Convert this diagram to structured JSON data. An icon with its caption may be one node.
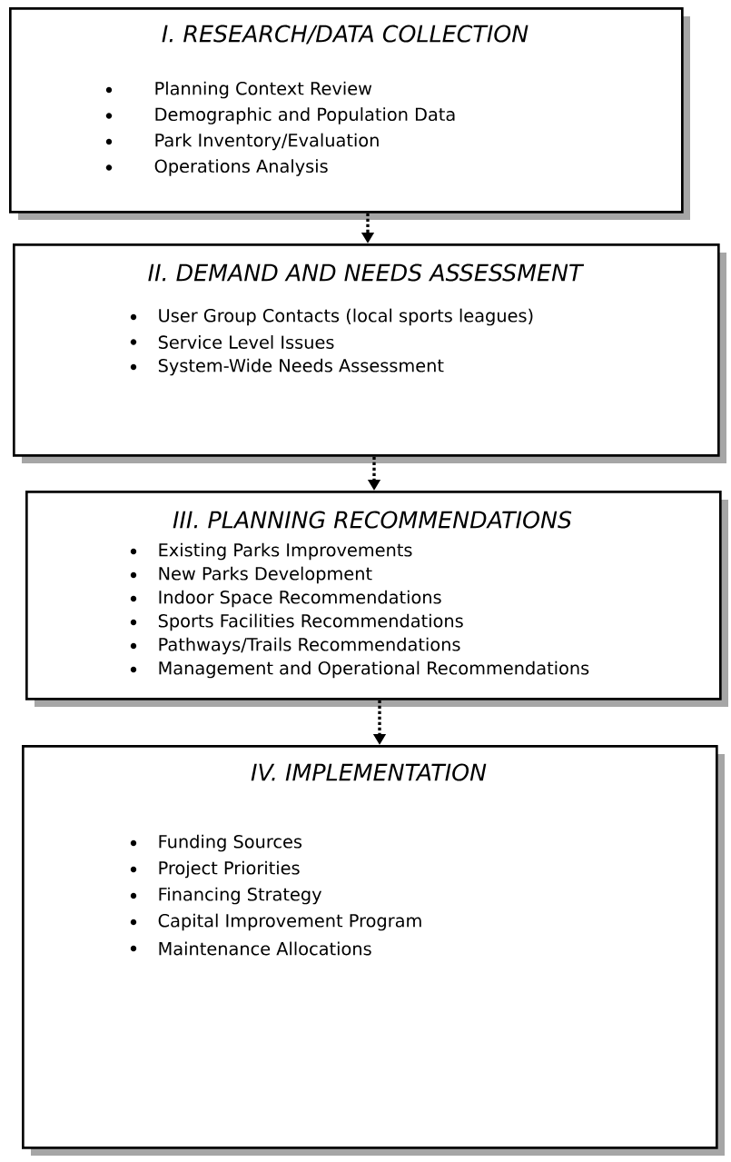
{
  "diagram": {
    "nodes": [
      {
        "text": [
          "I. RESEARCH/DATA COLLECTION",
          "Planning Context Review",
          "Demographic and Population Data",
          "Park Inventory/Evaluation",
          "Operations Analysis"
        ]
      },
      {
        "text": [
          "II. DEMAND AND NEEDS ASSESSMENT",
          "User Group Contacts (local sports leagues)",
          "Service Level Issues",
          "System-Wide Needs Assessment"
        ]
      },
      {
        "text": [
          "III. PLANNING RECOMMENDATIONS",
          "Existing Parks Improvements",
          "New Parks Development",
          "Indoor Space Recommendations",
          "Sports Facilities Recommendations",
          "Pathways/Trails Recommendations",
          "Management and Operational Recommendations"
        ]
      },
      {
        "text": [
          "IV. IMPLEMENTATION",
          "Funding Sources",
          "Project Priorities",
          "Financing Strategy",
          "Capital Improvement Program",
          "Maintenance Allocations"
        ]
      }
    ],
    "edges": [
      {
        "from": 0,
        "to": 1,
        "arrow": "to"
      },
      {
        "from": 1,
        "to": 2,
        "arrow": "to"
      },
      {
        "from": 2,
        "to": 3,
        "arrow": "to"
      }
    ]
  }
}
